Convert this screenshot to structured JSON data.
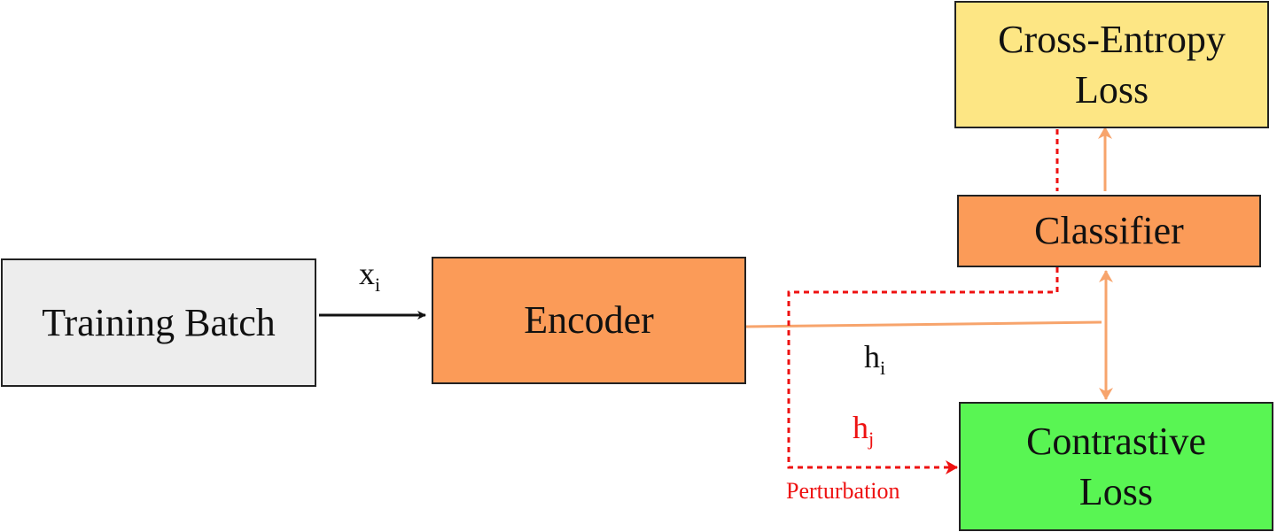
{
  "nodes": {
    "training_batch": "Training Batch",
    "encoder": "Encoder",
    "classifier": "Classifier",
    "cross_entropy_loss": {
      "line1": "Cross-Entropy",
      "line2": "Loss"
    },
    "contrastive_loss": {
      "line1": "Contrastive",
      "line2": "Loss"
    }
  },
  "edge_labels": {
    "xi": {
      "base": "x",
      "sub": "i"
    },
    "hi": {
      "base": "h",
      "sub": "i"
    },
    "hj": {
      "base": "h",
      "sub": "j"
    },
    "perturbation": "Perturbation"
  },
  "colors": {
    "training_batch_fill": "#ededed",
    "encoder_fill": "#fb9b58",
    "classifier_fill": "#fb9b58",
    "cross_entropy_fill": "#fde684",
    "contrastive_fill": "#59f553",
    "feature_arrow": "#f7a46c",
    "perturbation_path": "#ee1111",
    "input_arrow": "#111111"
  }
}
